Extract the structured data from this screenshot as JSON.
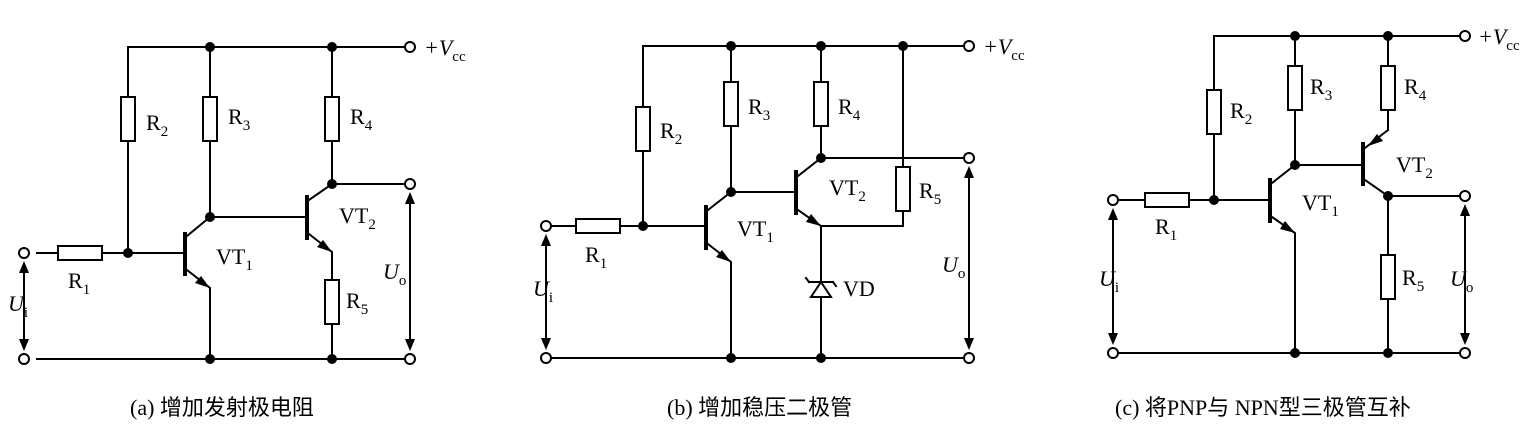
{
  "vcc": {
    "main": "+V",
    "sub": "cc"
  },
  "ui": {
    "main": "U",
    "sub": "i"
  },
  "uo": {
    "main": "U",
    "sub": "o"
  },
  "a": {
    "caption": "(a) 增加发射极电阻",
    "R1": {
      "main": "R",
      "sub": "1"
    },
    "R2": {
      "main": "R",
      "sub": "2"
    },
    "R3": {
      "main": "R",
      "sub": "3"
    },
    "R4": {
      "main": "R",
      "sub": "4"
    },
    "R5": {
      "main": "R",
      "sub": "5"
    },
    "VT1": {
      "main": "VT",
      "sub": "1"
    },
    "VT2": {
      "main": "VT",
      "sub": "2"
    }
  },
  "b": {
    "caption": "(b) 增加稳压二极管",
    "R1": {
      "main": "R",
      "sub": "1"
    },
    "R2": {
      "main": "R",
      "sub": "2"
    },
    "R3": {
      "main": "R",
      "sub": "3"
    },
    "R4": {
      "main": "R",
      "sub": "4"
    },
    "R5": {
      "main": "R",
      "sub": "5"
    },
    "VT1": {
      "main": "VT",
      "sub": "1"
    },
    "VT2": {
      "main": "VT",
      "sub": "2"
    },
    "VD": "VD"
  },
  "c": {
    "caption": "(c) 将PNP与 NPN型三极管互补",
    "R1": {
      "main": "R",
      "sub": "1"
    },
    "R2": {
      "main": "R",
      "sub": "2"
    },
    "R3": {
      "main": "R",
      "sub": "3"
    },
    "R4": {
      "main": "R",
      "sub": "4"
    },
    "R5": {
      "main": "R",
      "sub": "5"
    },
    "VT1": {
      "main": "VT",
      "sub": "1"
    },
    "VT2": {
      "main": "VT",
      "sub": "2"
    }
  }
}
